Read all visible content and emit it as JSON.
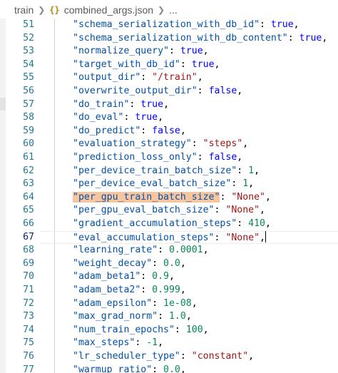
{
  "breadcrumb": {
    "folder": "train",
    "icon": "{}",
    "file": "combined_args.json",
    "ellipsis": "..."
  },
  "lines": [
    {
      "n": "51",
      "key": "\"schema_serialization_with_db_id\"",
      "val": "true",
      "vt": "bool"
    },
    {
      "n": "52",
      "key": "\"schema_serialization_with_db_content\"",
      "val": "true",
      "vt": "bool"
    },
    {
      "n": "53",
      "key": "\"normalize_query\"",
      "val": "true",
      "vt": "bool"
    },
    {
      "n": "54",
      "key": "\"target_with_db_id\"",
      "val": "true",
      "vt": "bool"
    },
    {
      "n": "55",
      "key": "\"output_dir\"",
      "val": "\"/train\"",
      "vt": "str"
    },
    {
      "n": "56",
      "key": "\"overwrite_output_dir\"",
      "val": "false",
      "vt": "bool"
    },
    {
      "n": "57",
      "key": "\"do_train\"",
      "val": "true",
      "vt": "bool"
    },
    {
      "n": "58",
      "key": "\"do_eval\"",
      "val": "true",
      "vt": "bool"
    },
    {
      "n": "59",
      "key": "\"do_predict\"",
      "val": "false",
      "vt": "bool"
    },
    {
      "n": "60",
      "key": "\"evaluation_strategy\"",
      "val": "\"steps\"",
      "vt": "str"
    },
    {
      "n": "61",
      "key": "\"prediction_loss_only\"",
      "val": "false",
      "vt": "bool"
    },
    {
      "n": "62",
      "key": "\"per_device_train_batch_size\"",
      "val": "1",
      "vt": "num"
    },
    {
      "n": "63",
      "key": "\"per_device_eval_batch_size\"",
      "val": "1",
      "vt": "num"
    },
    {
      "n": "64",
      "key": "\"per_gpu_train_batch_size\"",
      "val": "\"None\"",
      "vt": "str",
      "highlight": true
    },
    {
      "n": "65",
      "key": "\"per_gpu_eval_batch_size\"",
      "val": "\"None\"",
      "vt": "str"
    },
    {
      "n": "66",
      "key": "\"gradient_accumulation_steps\"",
      "val": "410",
      "vt": "num"
    },
    {
      "n": "67",
      "key": "\"eval_accumulation_steps\"",
      "val": "\"None\"",
      "vt": "str",
      "active": true
    },
    {
      "n": "68",
      "key": "\"learning_rate\"",
      "val": "0.0001",
      "vt": "num"
    },
    {
      "n": "69",
      "key": "\"weight_decay\"",
      "val": "0.0",
      "vt": "num"
    },
    {
      "n": "70",
      "key": "\"adam_beta1\"",
      "val": "0.9",
      "vt": "num"
    },
    {
      "n": "71",
      "key": "\"adam_beta2\"",
      "val": "0.999",
      "vt": "num"
    },
    {
      "n": "72",
      "key": "\"adam_epsilon\"",
      "val": "1e-08",
      "vt": "num"
    },
    {
      "n": "73",
      "key": "\"max_grad_norm\"",
      "val": "1.0",
      "vt": "num"
    },
    {
      "n": "74",
      "key": "\"num_train_epochs\"",
      "val": "100",
      "vt": "num"
    },
    {
      "n": "75",
      "key": "\"max_steps\"",
      "val": "-1",
      "vt": "num"
    },
    {
      "n": "76",
      "key": "\"lr_scheduler_type\"",
      "val": "\"constant\"",
      "vt": "str"
    },
    {
      "n": "77",
      "key": "\"warmup_ratio\"",
      "val": "0.0",
      "vt": "num"
    }
  ]
}
